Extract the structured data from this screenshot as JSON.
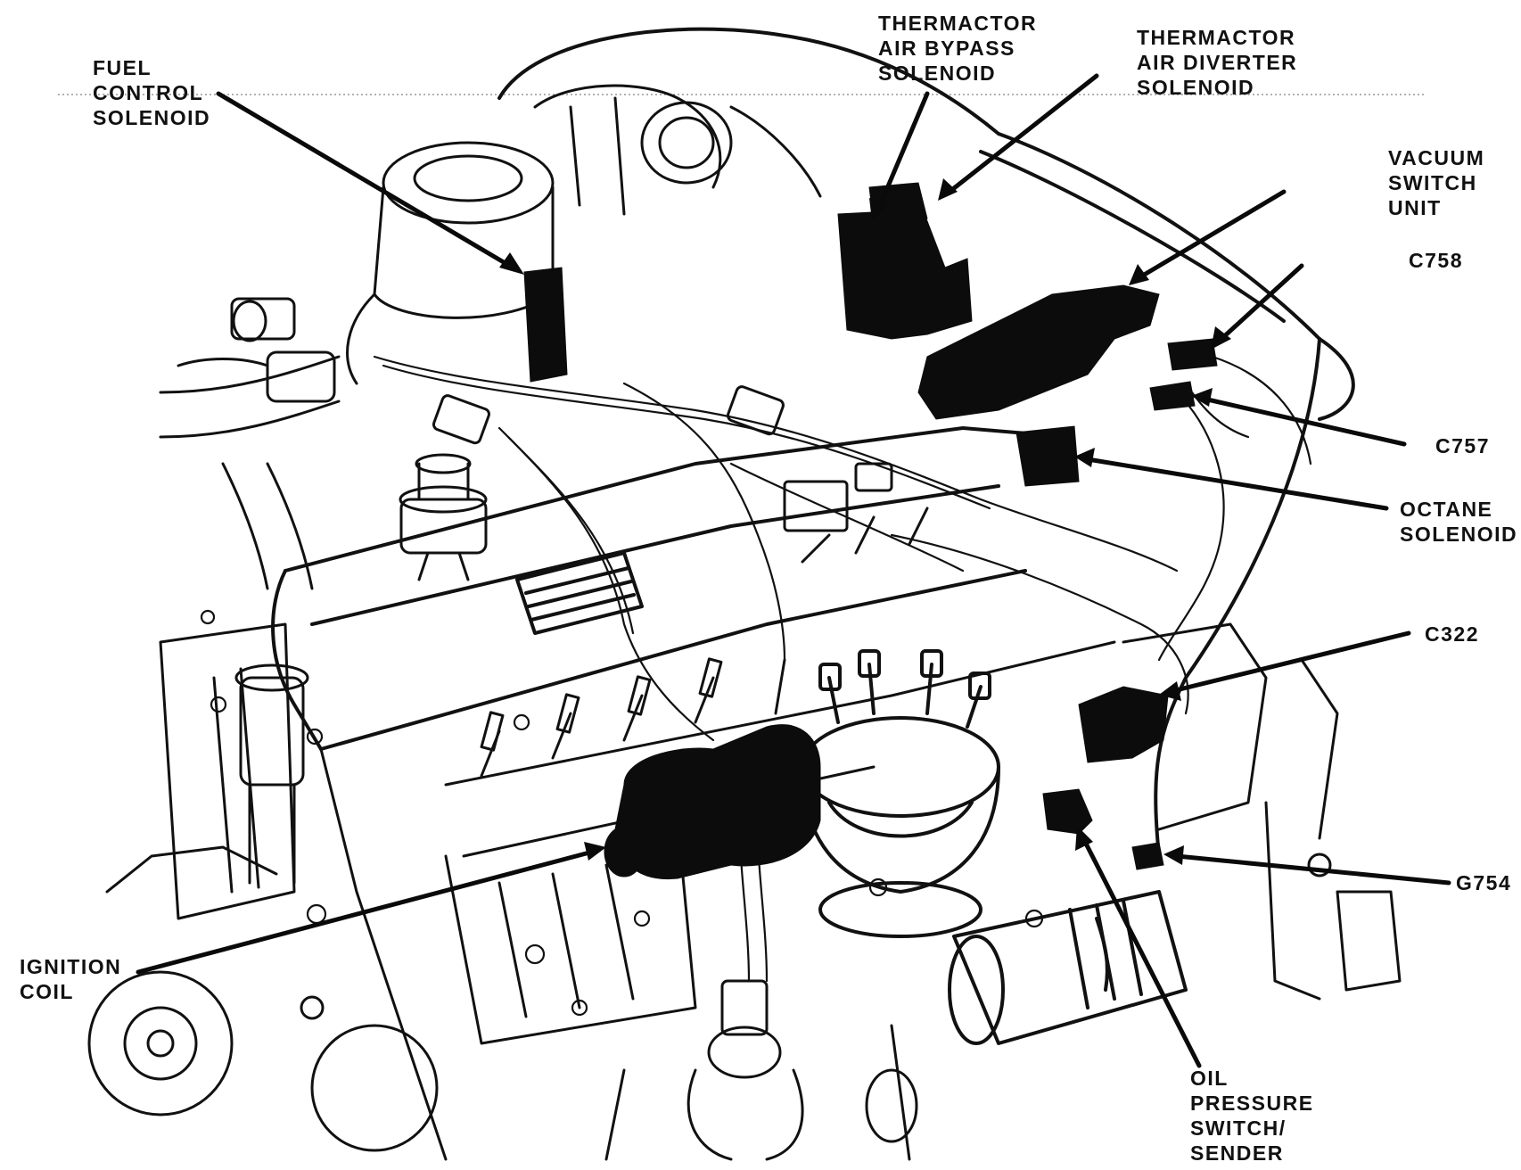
{
  "diagram": {
    "colors": {
      "ink": "#111111",
      "background": "#ffffff",
      "component_fill": "#0c0c0c"
    },
    "labels": {
      "fuel_control_solenoid": [
        "FUEL",
        "CONTROL",
        "SOLENOID"
      ],
      "thermactor_air_bypass_solenoid": [
        "THERMACTOR",
        "AIR BYPASS",
        "SOLENOID"
      ],
      "thermactor_air_diverter_solenoid": [
        "THERMACTOR",
        "AIR DIVERTER",
        "SOLENOID"
      ],
      "vacuum_switch_unit": [
        "VACUUM",
        "SWITCH",
        "UNIT"
      ],
      "c758": [
        "C758"
      ],
      "c757": [
        "C757"
      ],
      "octane_solenoid": [
        "OCTANE",
        "SOLENOID"
      ],
      "c322": [
        "C322"
      ],
      "g754": [
        "G754"
      ],
      "ignition_coil": [
        "IGNITION",
        "COIL"
      ],
      "oil_pressure_switch_sender": [
        "OIL",
        "PRESSURE",
        "SWITCH/",
        "SENDER"
      ]
    }
  }
}
